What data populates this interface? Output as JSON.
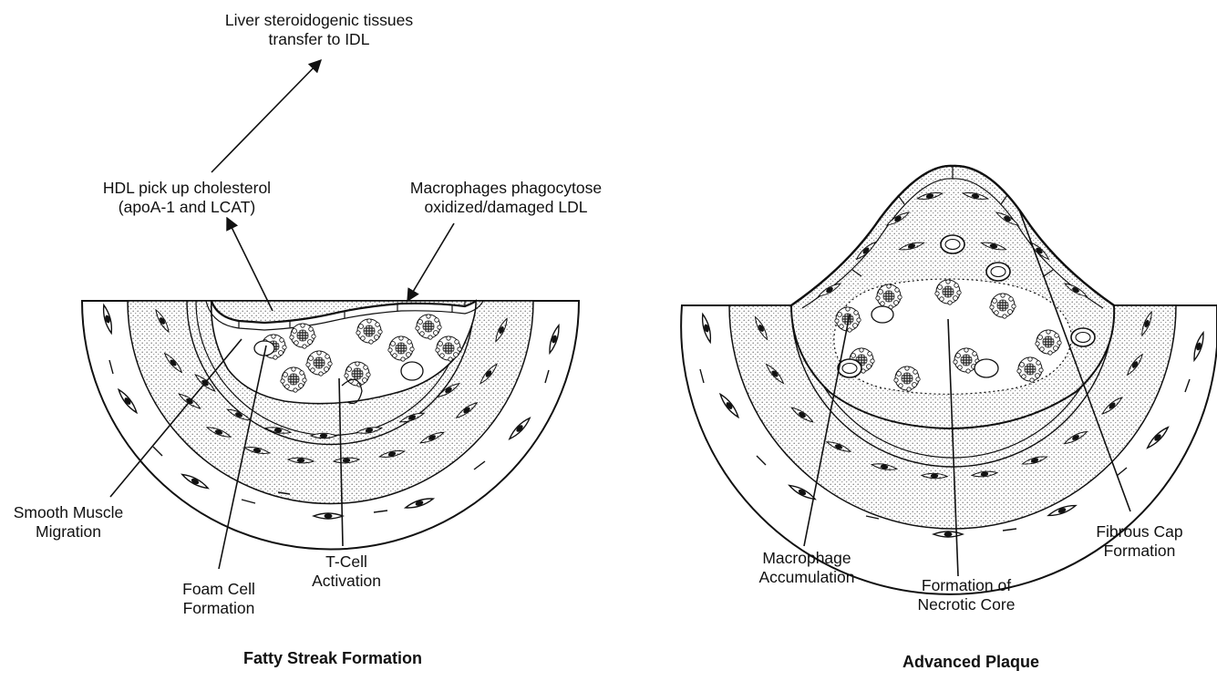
{
  "panels": [
    {
      "title": "Fatty Streak Formation",
      "labels": {
        "liver": [
          "Liver steroidogenic tissues",
          "transfer to IDL"
        ],
        "hdl": [
          "HDL pick up cholesterol",
          "(apoA-1 and LCAT)"
        ],
        "macrophages": [
          "Macrophages phagocytose",
          "oxidized/damaged LDL"
        ],
        "smooth_muscle": [
          "Smooth Muscle",
          "Migration"
        ],
        "foam_cell": [
          "Foam Cell",
          "Formation"
        ],
        "t_cell": [
          "T-Cell",
          "Activation"
        ]
      }
    },
    {
      "title": "Advanced Plaque",
      "labels": {
        "macrophage_accumulation": [
          "Macrophage",
          "Accumulation"
        ],
        "necrotic_core": [
          "Formation of",
          "Necrotic Core"
        ],
        "fibrous_cap": [
          "Fibrous Cap",
          "Formation"
        ]
      }
    }
  ],
  "style": {
    "ink": "#111111",
    "stipple": "#9a9a9a",
    "paper": "#ffffff"
  }
}
